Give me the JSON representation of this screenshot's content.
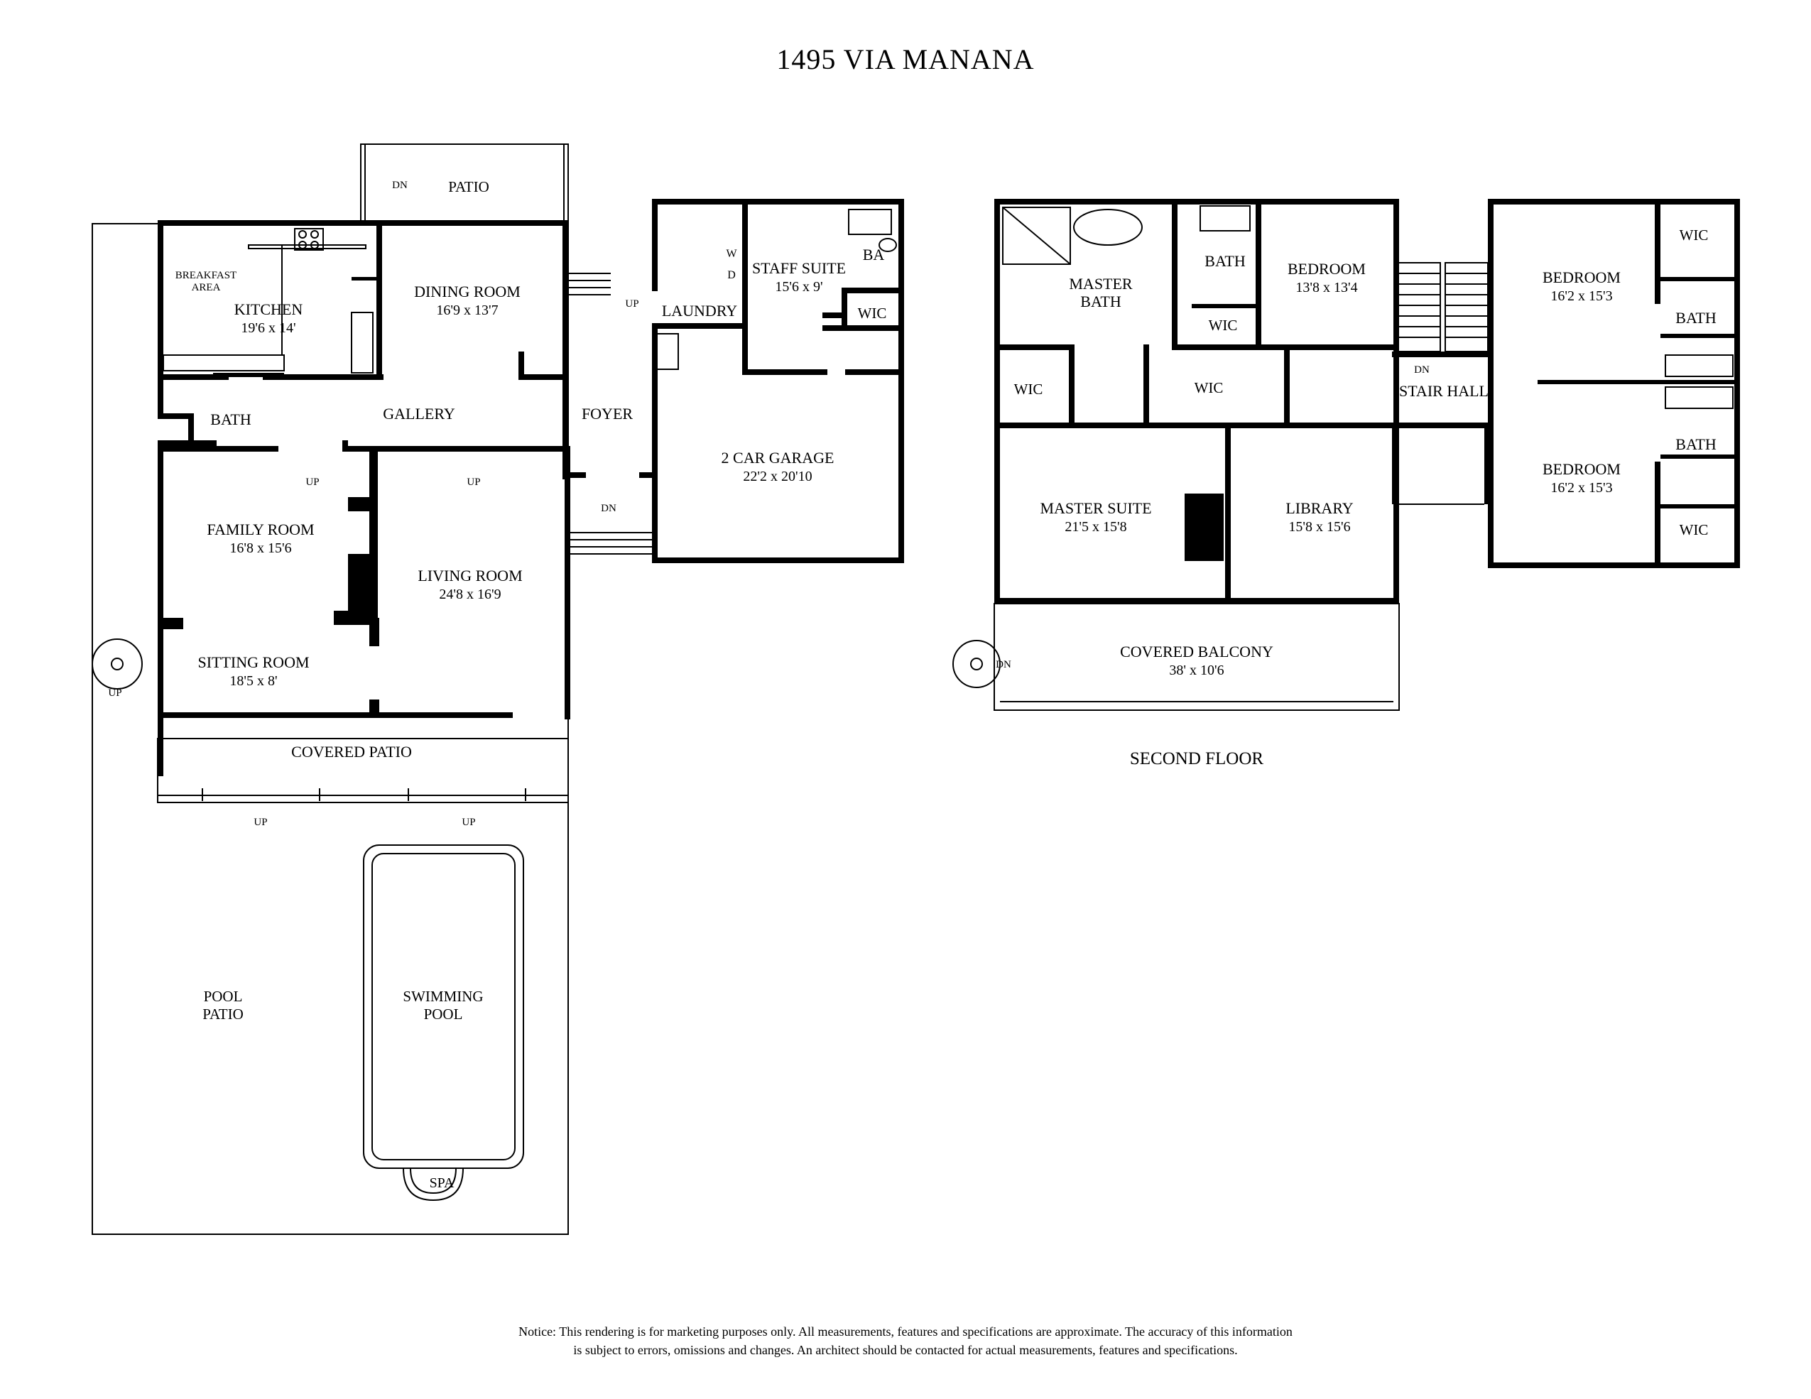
{
  "title": "1495 VIA MANANA",
  "first_floor": {
    "patio_top": "PATIO",
    "breakfast_area": [
      "BREAKFAST",
      "AREA"
    ],
    "kitchen": {
      "name": "KITCHEN",
      "dims": "19'6 x 14'"
    },
    "dining_room": {
      "name": "DINING ROOM",
      "dims": "16'9 x 13'7"
    },
    "staff_suite": {
      "name": "STAFF SUITE",
      "dims": "15'6 x 9'"
    },
    "staff_ba": "BA",
    "staff_wic": "WIC",
    "washer": "W",
    "dryer": "D",
    "laundry": "LAUNDRY",
    "gallery": "GALLERY",
    "foyer": "FOYER",
    "bath": "BATH",
    "garage": {
      "name": "2 CAR GARAGE",
      "dims": "22'2 x 20'10"
    },
    "family_room": {
      "name": "FAMILY ROOM",
      "dims": "16'8 x 15'6"
    },
    "living_room": {
      "name": "LIVING ROOM",
      "dims": "24'8 x 16'9"
    },
    "sitting_room": {
      "name": "SITTING ROOM",
      "dims": "18'5 x 8'"
    },
    "covered_patio": "COVERED PATIO",
    "pool_patio": [
      "POOL",
      "PATIO"
    ],
    "swimming_pool": [
      "SWIMMING",
      "POOL"
    ],
    "spa": "SPA",
    "up": "UP",
    "dn": "DN"
  },
  "second_floor": {
    "label": "SECOND FLOOR",
    "master_bath": [
      "MASTER",
      "BATH"
    ],
    "bath": "BATH",
    "wic": "WIC",
    "bedroom_1": {
      "name": "BEDROOM",
      "dims": "13'8 x 13'4"
    },
    "bedroom_2": {
      "name": "BEDROOM",
      "dims": "16'2 x 15'3"
    },
    "bedroom_3": {
      "name": "BEDROOM",
      "dims": "16'2 x 15'3"
    },
    "stair_hall": "STAIR HALL",
    "master_suite": {
      "name": "MASTER SUITE",
      "dims": "21'5 x 15'8"
    },
    "library": {
      "name": "LIBRARY",
      "dims": "15'8 x 15'6"
    },
    "covered_balcony": {
      "name": "COVERED BALCONY",
      "dims": "38' x 10'6"
    },
    "dn": "DN"
  },
  "notice": [
    "Notice: This rendering is for marketing purposes only. All measurements, features and specifications are approximate. The accuracy of this information",
    "is subject to errors, omissions and changes. An architect should be contacted for actual measurements, features and specifications."
  ]
}
